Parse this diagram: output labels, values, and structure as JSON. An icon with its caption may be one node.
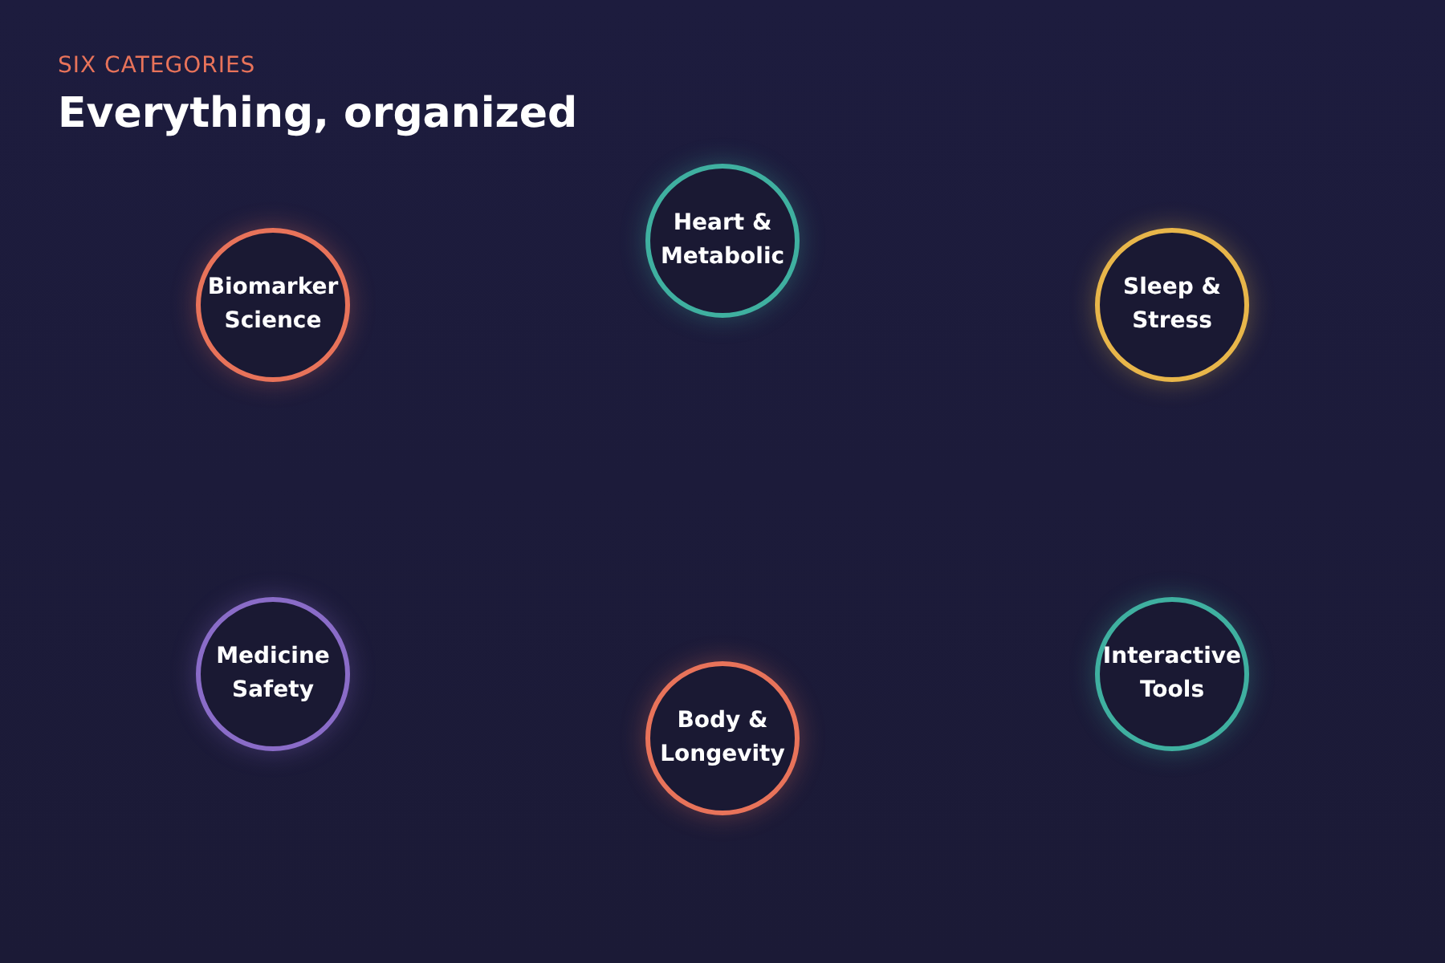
{
  "diagram": {
    "title": "Everything, organized",
    "nodes": [
      {
        "text": [
          "Biomarker Science"
        ]
      },
      {
        "text": [
          "Heart & Metabolic"
        ]
      },
      {
        "text": [
          "Sleep & Stress"
        ]
      },
      {
        "text": [
          "Medicine Safety"
        ]
      },
      {
        "text": [
          "Body & Longevity"
        ]
      },
      {
        "text": [
          "Interactive Tools"
        ]
      }
    ],
    "edges": [],
    "labels": [
      "SIX CATEGORIES"
    ]
  }
}
